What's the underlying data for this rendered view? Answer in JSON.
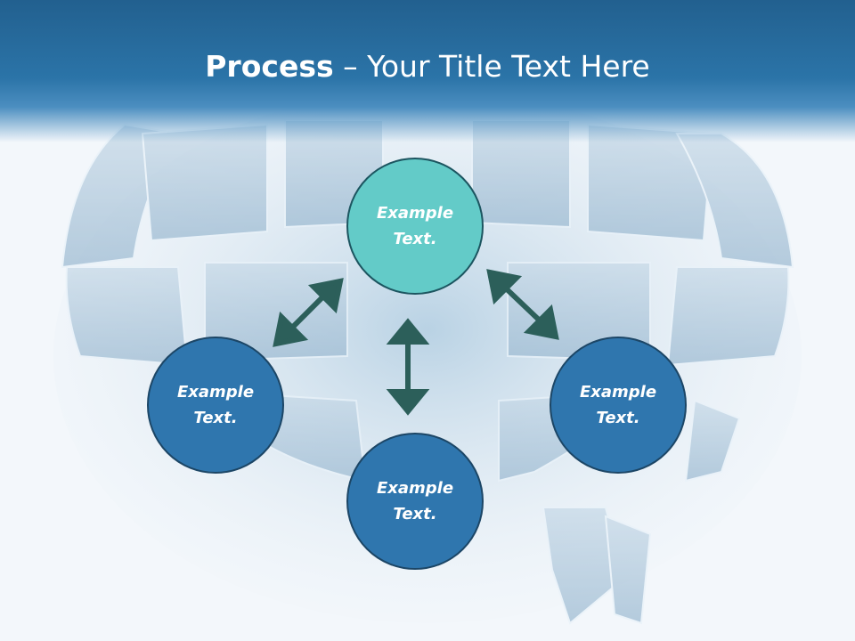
{
  "title": {
    "bold": "Process",
    "dash": " – ",
    "rest": "Your Title Text Here"
  },
  "nodes": [
    {
      "text": "Example\nText."
    },
    {
      "text": "Example\nText."
    },
    {
      "text": "Example\nText."
    },
    {
      "text": "Example\nText."
    }
  ],
  "colors": {
    "banner": "#2b74a8",
    "node_top": "#63cbc8",
    "node": "#2f76ae",
    "node_border": "#1c4666",
    "arrow": "#2c5f5a"
  }
}
